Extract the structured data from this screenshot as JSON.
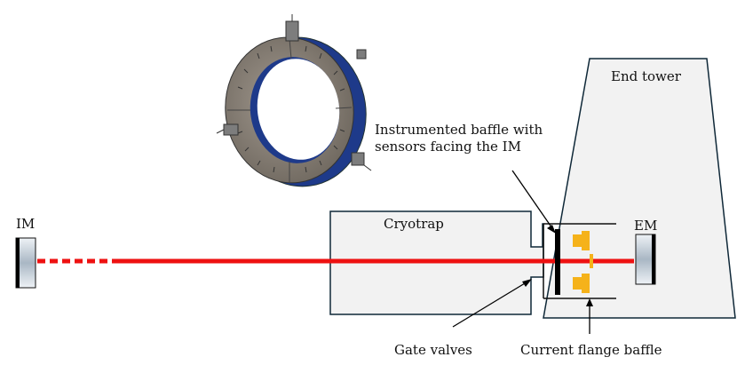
{
  "labels": {
    "im": "IM",
    "em": "EM",
    "cryotrap": "Cryotrap",
    "end_tower": "End tower",
    "baffle_line1": "Instrumented baffle with",
    "baffle_line2": "sensors facing the IM",
    "gate_valves": "Gate valves",
    "current_flange_baffle": "Current flange baffle"
  },
  "colors": {
    "beam": "#ee1111",
    "outline": "#0f2838",
    "box_fill": "#f2f2f2",
    "baffle_orange": "#f5b21a",
    "ring_face": "#8a8279",
    "ring_edge": "#1e3a8a"
  }
}
